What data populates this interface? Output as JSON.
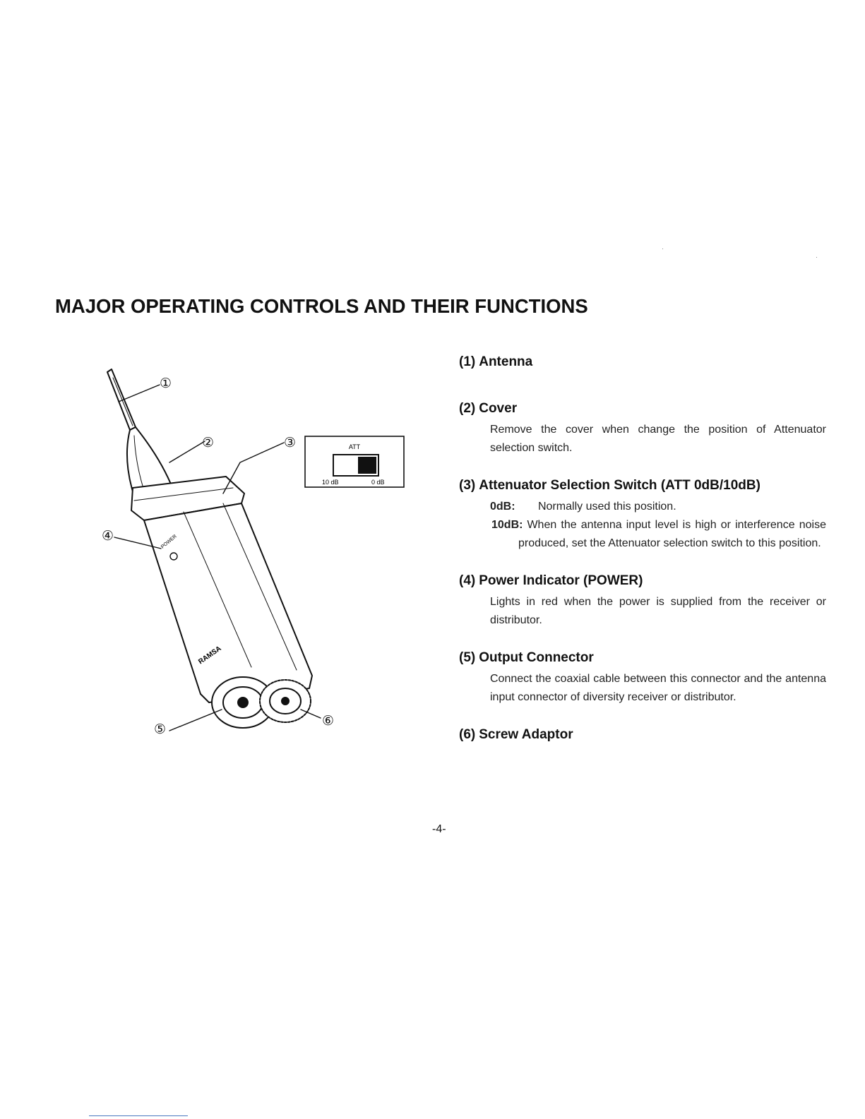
{
  "page_title": "MAJOR OPERATING CONTROLS AND THEIR FUNCTIONS",
  "diagram": {
    "callouts": [
      "①",
      "②",
      "③",
      "④",
      "⑤",
      "⑥"
    ],
    "att_switch": {
      "title": "ATT",
      "left_label": "10 dB",
      "right_label": "0 dB"
    },
    "body_text_power": "POWER",
    "brand_text": "RAMSA"
  },
  "items": [
    {
      "num": "(1)",
      "title": "Antenna"
    },
    {
      "num": "(2)",
      "title": "Cover",
      "desc": "Remove the cover when change the position of Attenuator selection switch."
    },
    {
      "num": "(3)",
      "title": "Attenuator Selection Switch (ATT 0dB/10dB)",
      "sub0_label": "0dB:",
      "sub0_text": "Normally used this position.",
      "sub1_label": "10dB:",
      "sub1_text": "When the antenna input level is high or interference noise produced, set the Attenuator selection switch to this position."
    },
    {
      "num": "(4)",
      "title": "Power Indicator (POWER)",
      "desc": "Lights in red when the power is supplied from the receiver or distributor."
    },
    {
      "num": "(5)",
      "title": "Output Connector",
      "desc": "Connect the coaxial cable between this connector and the antenna input connector of diversity receiver or distributor."
    },
    {
      "num": "(6)",
      "title": "Screw Adaptor"
    }
  ],
  "page_number": "-4-"
}
